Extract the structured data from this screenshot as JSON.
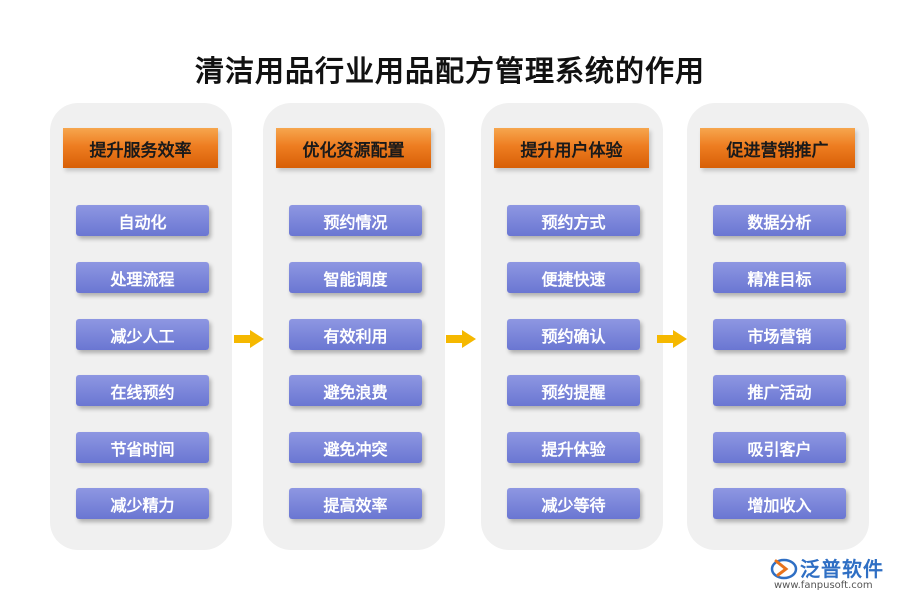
{
  "title": "清洁用品行业用品配方管理系统的作用",
  "columns": [
    {
      "header": "提升服务效率",
      "items": [
        "自动化",
        "处理流程",
        "减少人工",
        "在线预约",
        "节省时间",
        "减少精力"
      ]
    },
    {
      "header": "优化资源配置",
      "items": [
        "预约情况",
        "智能调度",
        "有效利用",
        "避免浪费",
        "避免冲突",
        "提高效率"
      ]
    },
    {
      "header": "提升用户体验",
      "items": [
        "预约方式",
        "便捷快速",
        "预约确认",
        "预约提醒",
        "提升体验",
        "减少等待"
      ]
    },
    {
      "header": "促进营销推广",
      "items": [
        "数据分析",
        "精准目标",
        "市场营销",
        "推广活动",
        "吸引客户",
        "增加收入"
      ]
    }
  ],
  "logo": {
    "name": "泛普软件",
    "url": "www.fanpusoft.com"
  },
  "colors": {
    "header_orange": "#ee7d21",
    "item_blue": "#7580d8",
    "arrow_yellow": "#f5b800",
    "column_bg": "#f0f0f0"
  }
}
